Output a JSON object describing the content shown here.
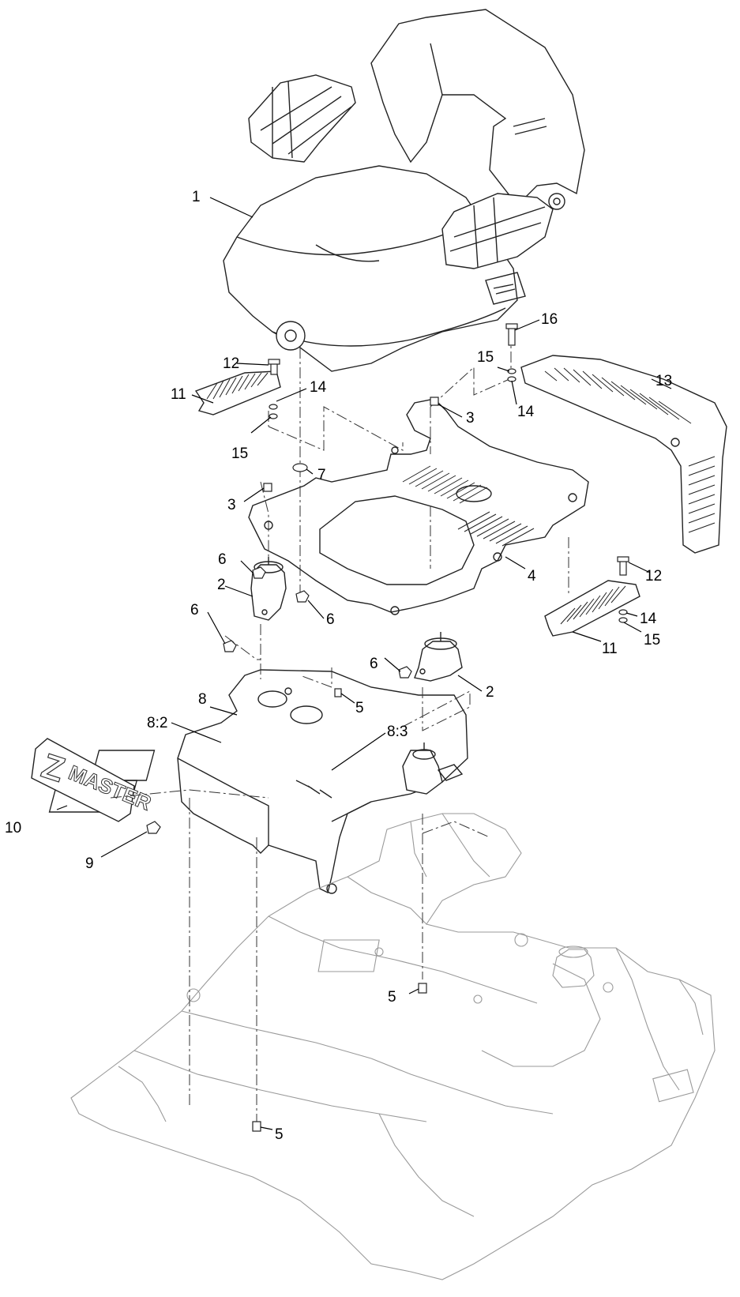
{
  "callouts": {
    "c1": "1",
    "c2a": "2",
    "c2b": "2",
    "c3a": "3",
    "c3b": "3",
    "c4": "4",
    "c5a": "5",
    "c5b": "5",
    "c5c": "5",
    "c6a": "6",
    "c6b": "6",
    "c6c": "6",
    "c6d": "6",
    "c7": "7",
    "c8": "8",
    "c8_2": "8:2",
    "c8_3": "8:3",
    "c9": "9",
    "c10": "10",
    "c11a": "11",
    "c11b": "11",
    "c12a": "12",
    "c12b": "12",
    "c13": "13",
    "c14a": "14",
    "c14b": "14",
    "c14c": "14",
    "c15a": "15",
    "c15b": "15",
    "c15c": "15",
    "c16": "16"
  },
  "decal": {
    "letter": "Z",
    "word": "MASTER"
  }
}
